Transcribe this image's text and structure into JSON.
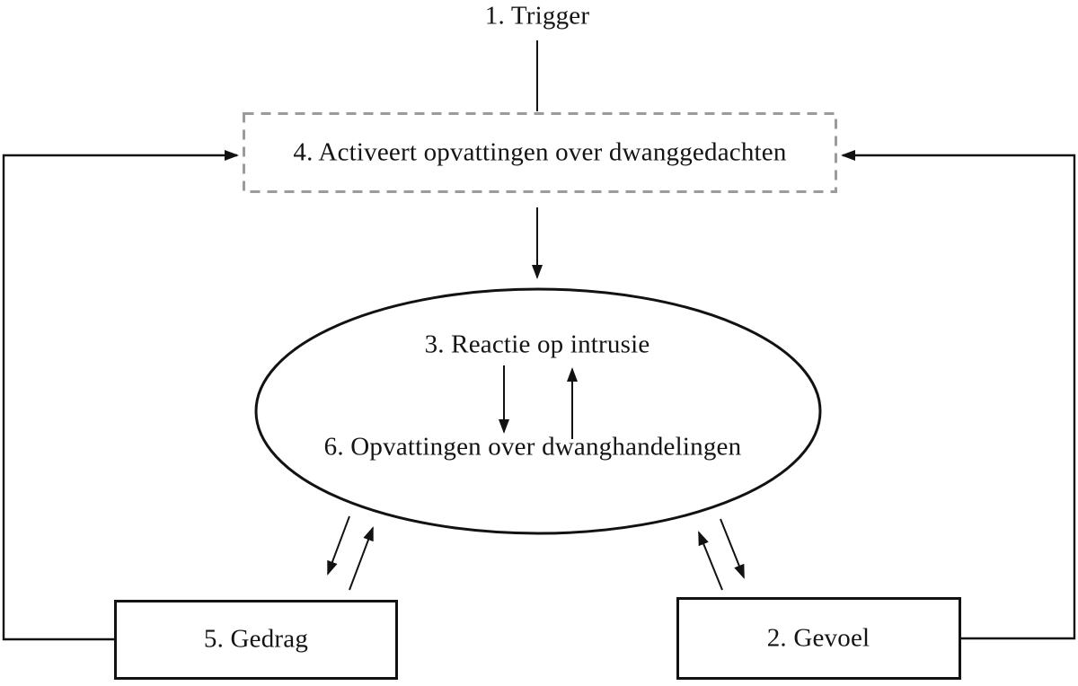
{
  "diagram": {
    "language": "nl",
    "nodes": {
      "trigger": {
        "label": "1. Trigger"
      },
      "beliefs_obsessions": {
        "label": "4. Activeert opvattingen over dwanggedachten"
      },
      "reaction_intrusion": {
        "label": "3. Reactie op intrusie"
      },
      "beliefs_compulsions": {
        "label": "6. Opvattingen over dwanghandelingen"
      },
      "behavior": {
        "label": "5. Gedrag"
      },
      "feeling": {
        "label": "2. Gevoel"
      }
    },
    "edges": [
      {
        "from": "trigger",
        "to": "beliefs_obsessions",
        "arrow": "none"
      },
      {
        "from": "beliefs_obsessions",
        "to": "ellipse",
        "arrow": "end"
      },
      {
        "from": "reaction_intrusion",
        "to": "beliefs_compulsions",
        "arrow": "bidirectional-pair"
      },
      {
        "from": "ellipse",
        "to": "behavior",
        "arrow": "bidirectional-pair"
      },
      {
        "from": "ellipse",
        "to": "feeling",
        "arrow": "bidirectional-pair"
      },
      {
        "from": "behavior",
        "to": "beliefs_obsessions",
        "arrow": "end",
        "route": "left-loop"
      },
      {
        "from": "feeling",
        "to": "beliefs_obsessions",
        "arrow": "end",
        "route": "right-loop"
      }
    ],
    "colors": {
      "line": "#121212",
      "dashed_border": "#9b9b9b",
      "background": "#ffffff",
      "text": "#141414"
    }
  }
}
